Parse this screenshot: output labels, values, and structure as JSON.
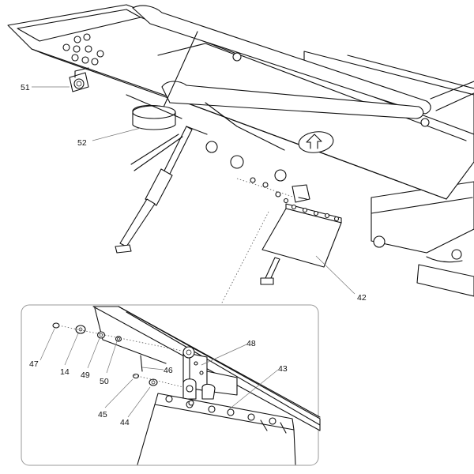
{
  "callouts": {
    "c51": "51",
    "c52": "52",
    "c42": "42",
    "c48": "48",
    "c47": "47",
    "c14": "14",
    "c49": "49",
    "c50": "50",
    "c46": "46",
    "c43": "43",
    "c45": "45",
    "c44": "44"
  }
}
